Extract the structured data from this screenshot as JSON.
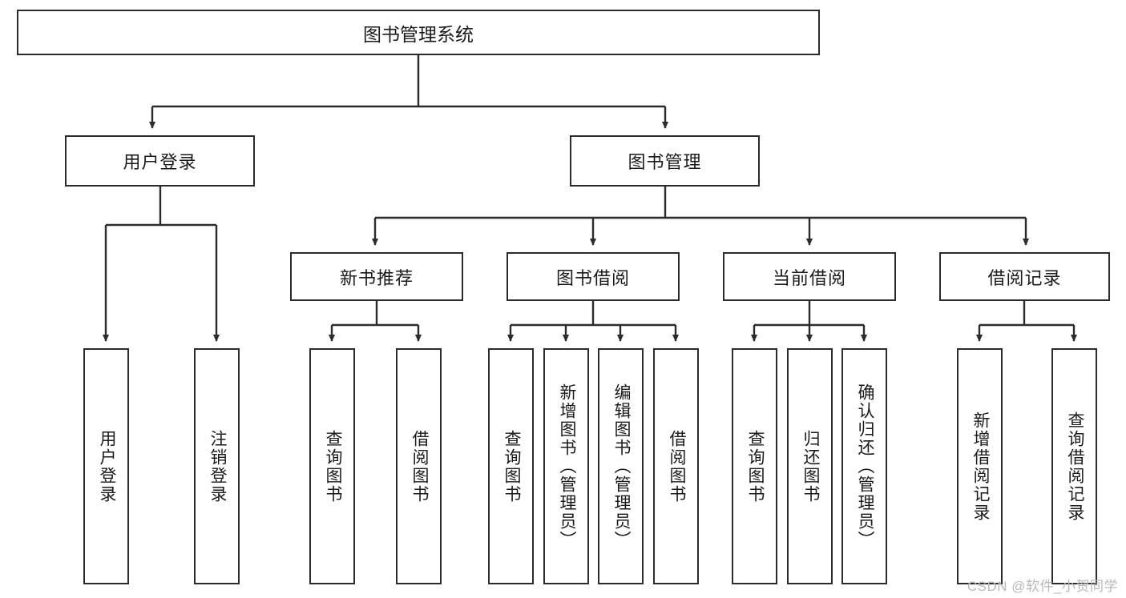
{
  "diagram": {
    "title": "图书管理系统",
    "root": {
      "label": "图书管理系统"
    },
    "level2": [
      {
        "label": "用户登录"
      },
      {
        "label": "图书管理"
      }
    ],
    "level3": [
      {
        "label": "新书推荐"
      },
      {
        "label": "图书借阅"
      },
      {
        "label": "当前借阅"
      },
      {
        "label": "借阅记录"
      }
    ],
    "leaves": [
      {
        "label": "用户登录",
        "parent": "用户登录"
      },
      {
        "label": "注销登录",
        "parent": "用户登录"
      },
      {
        "label": "查询图书",
        "parent": "新书推荐"
      },
      {
        "label": "借阅图书",
        "parent": "新书推荐"
      },
      {
        "label": "查询图书",
        "parent": "图书借阅"
      },
      {
        "label": "新增图书（管理员）",
        "parent": "图书借阅"
      },
      {
        "label": "编辑图书（管理员）",
        "parent": "图书借阅"
      },
      {
        "label": "借阅图书",
        "parent": "图书借阅"
      },
      {
        "label": "查询图书",
        "parent": "当前借阅"
      },
      {
        "label": "归还图书",
        "parent": "当前借阅"
      },
      {
        "label": "确认归还（管理员）",
        "parent": "当前借阅"
      },
      {
        "label": "新增借阅记录",
        "parent": "借阅记录"
      },
      {
        "label": "查询借阅记录",
        "parent": "借阅记录"
      }
    ]
  },
  "watermark": {
    "text": "CSDN @软件_小贺同学"
  },
  "colors": {
    "stroke": "#2b2b2b",
    "text": "#1a1a1a",
    "background": "#ffffff",
    "watermark": "#b9b9b9"
  }
}
